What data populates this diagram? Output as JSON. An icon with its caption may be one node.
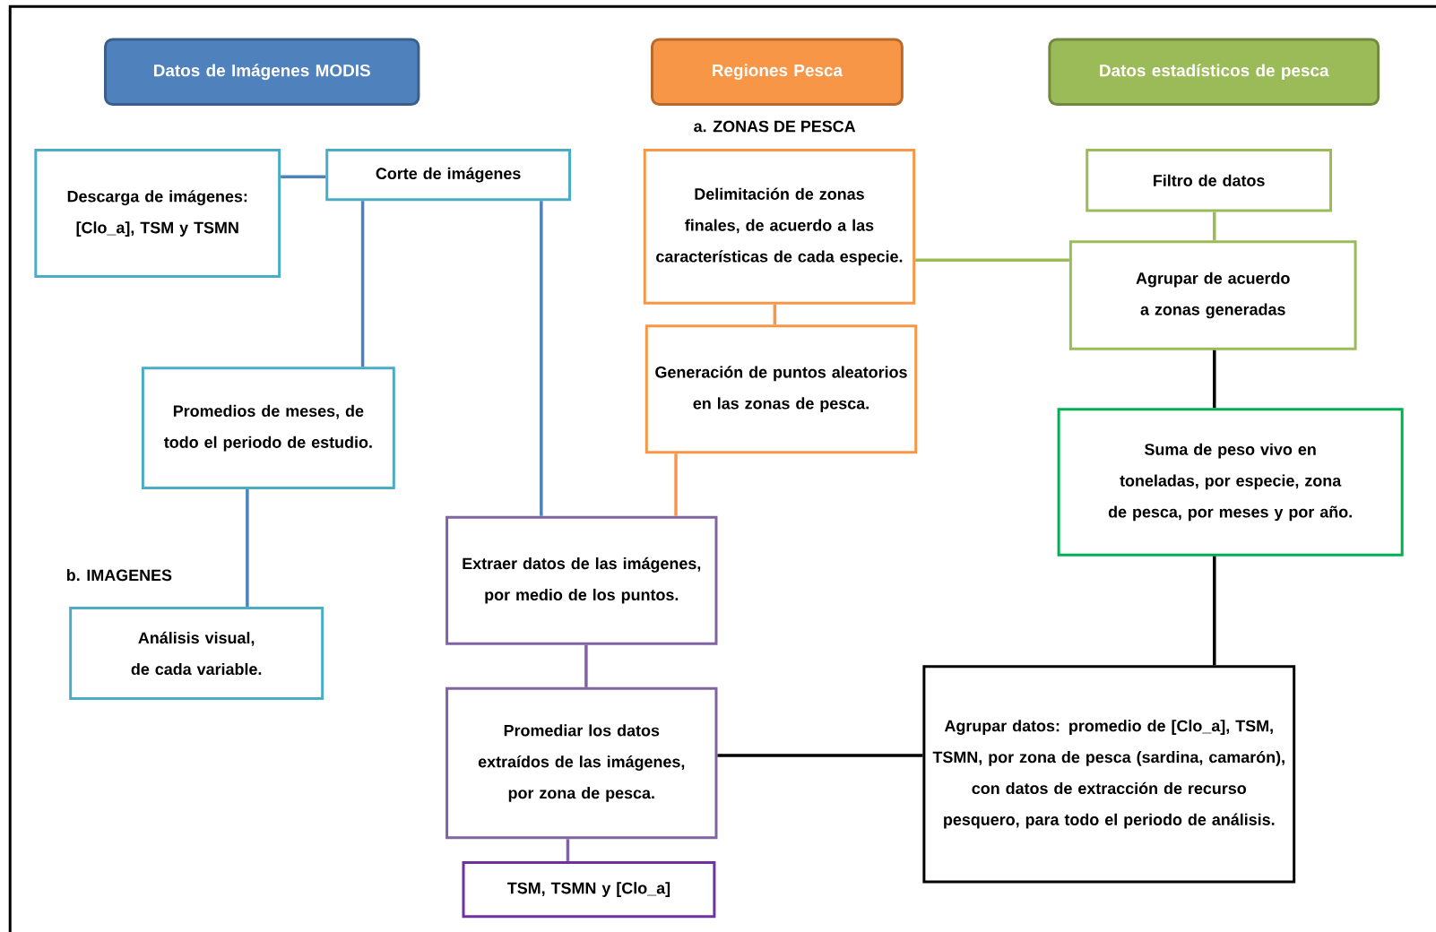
{
  "diagram": {
    "nodes": [
      {
        "text": [
          "Datos de Imágenes MODIS"
        ]
      },
      {
        "text": [
          "Regiones Pesca"
        ]
      },
      {
        "text": [
          "Datos estadísticos de pesca"
        ]
      },
      {
        "text": [
          "Descarga de imágenes: [Clo_a], TSM y TSMN"
        ]
      },
      {
        "text": [
          "Corte de imágenes"
        ]
      },
      {
        "text": [
          "Promedios de meses, de todo el periodo de estudio."
        ]
      },
      {
        "text": [
          "Análisis visual, de cada variable."
        ]
      },
      {
        "text": [
          "Delimitación de zonas finales, de acuerdo a las características de cada especie."
        ]
      },
      {
        "text": [
          "Generación de puntos aleatorios en las zonas de pesca."
        ]
      },
      {
        "text": [
          "Extraer datos de las imágenes, por medio de los puntos."
        ]
      },
      {
        "text": [
          "Promediar los datos extraídos de las imágenes, por zona de pesca."
        ]
      },
      {
        "text": [
          "TSM, TSMN  y [Clo_a]"
        ]
      },
      {
        "text": [
          "Filtro de datos"
        ]
      },
      {
        "text": [
          "Agrupar de acuerdo a zonas generadas"
        ]
      },
      {
        "text": [
          "Suma de peso vivo en toneladas, por especie, zona de pesca, por meses y por año."
        ]
      },
      {
        "text": [
          "Agrupar datos: promedio de [Clo_a], TSM, TSMN, por zona de pesca (sardina, camarón), con datos de extracción de recurso pesquero, para todo el periodo de análisis."
        ]
      }
    ],
    "edges": [
      {
        "from": 3,
        "to": 4,
        "arrow": "none",
        "color": "#4f81bd"
      },
      {
        "from": 4,
        "to": 5,
        "arrow": "none",
        "color": "#4f81bd"
      },
      {
        "from": 5,
        "to": 6,
        "arrow": "none",
        "color": "#4f81bd"
      },
      {
        "from": 4,
        "to": 9,
        "arrow": "none",
        "color": "#4f81bd"
      },
      {
        "from": 7,
        "to": 8,
        "arrow": "none",
        "color": "#f79646"
      },
      {
        "from": 8,
        "to": 9,
        "arrow": "none",
        "color": "#f79646"
      },
      {
        "from": 7,
        "to": 13,
        "arrow": "none",
        "color": "#9bbb59"
      },
      {
        "from": 12,
        "to": 13,
        "arrow": "none",
        "color": "#9bbb59"
      },
      {
        "from": 13,
        "to": 14,
        "arrow": "none",
        "color": "#000000"
      },
      {
        "from": 14,
        "to": 15,
        "arrow": "none",
        "color": "#000000"
      },
      {
        "from": 9,
        "to": 10,
        "arrow": "none",
        "color": "#8064a2"
      },
      {
        "from": 10,
        "to": 11,
        "arrow": "none",
        "color": "#8064a2"
      },
      {
        "from": 10,
        "to": 15,
        "arrow": "none",
        "color": "#000000"
      }
    ],
    "labels": [
      "a.   ZONAS DE PESCA",
      "b.   IMAGENES"
    ]
  }
}
